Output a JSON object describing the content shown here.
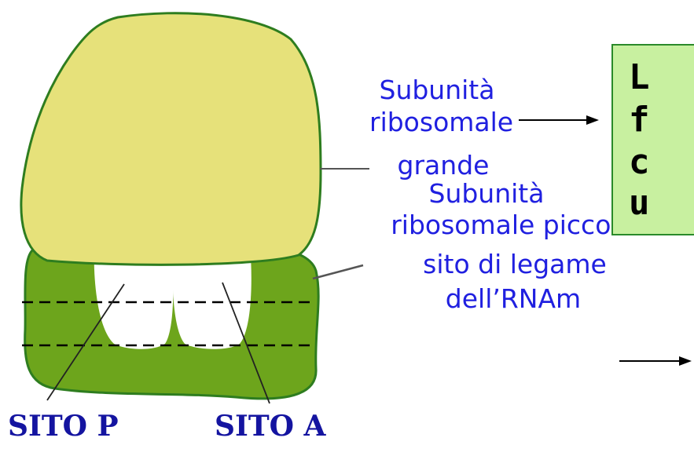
{
  "colors": {
    "large_subunit_fill": "#e6e17a",
    "small_subunit_fill": "#6da51c",
    "outline": "#2e7d1f",
    "site_fill": "#ffffff",
    "label_blue": "#2020e0",
    "site_label_color": "#1414a0",
    "callout_fill": "#c8f0a0"
  },
  "labels": {
    "large_subunit": {
      "line1": "Subunità",
      "line2": "ribosomale",
      "line3": "grande"
    },
    "small_subunit": {
      "line1": "Subunità",
      "line2": "ribosomale piccola",
      "line3": "sito di legame",
      "line4": "dell’RNAm"
    },
    "site_p": "SITO P",
    "site_a": "SITO A"
  },
  "callout": {
    "lines": [
      "L",
      "f",
      "c",
      "u"
    ]
  }
}
